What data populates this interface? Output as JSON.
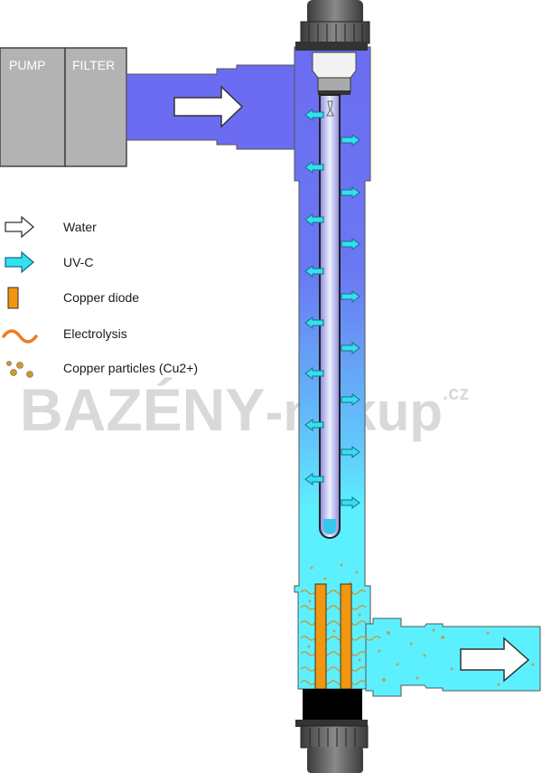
{
  "boxes": {
    "pump": "PUMP",
    "filter": "FILTER"
  },
  "legend": [
    {
      "icon": "white-arrow-icon",
      "label": "Water"
    },
    {
      "icon": "cyan-arrow-icon",
      "label": "UV-C"
    },
    {
      "icon": "orange-bar-icon",
      "label": "Copper diode"
    },
    {
      "icon": "orange-wave-icon",
      "label": "Electrolysis"
    },
    {
      "icon": "dots-icon",
      "label": "Copper particles (Cu2+)"
    }
  ],
  "watermark": {
    "main": "BAZÉNY",
    "sub": "-nákup",
    "tld": ".cz"
  },
  "colors": {
    "water_top": "#6c6cf2",
    "water_bottom": "#5cf0ff",
    "uvc": "#33e0f0",
    "copper": "#f0960f",
    "electrolysis": "#f07a1e",
    "particles": "#c89a3c"
  }
}
